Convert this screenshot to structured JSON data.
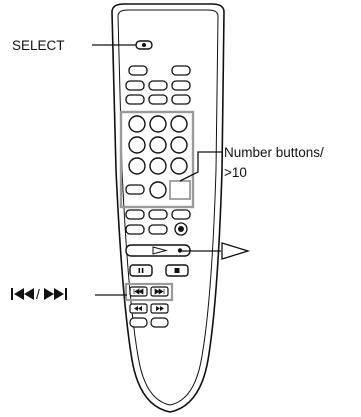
{
  "labels": {
    "select": "SELECT",
    "number_line1": "Number buttons/",
    "number_line2": ">10",
    "play_symbol": "play-triangle-outline",
    "skip_symbol": "previous-next-track-arrows"
  },
  "icons": {
    "select_switch": "select-switch-icon",
    "play": "play-triangle-icon",
    "pause": "pause-icon",
    "stop": "stop-icon",
    "prev": "previous-track-icon",
    "next": "next-track-icon",
    "rewind": "rewind-icon",
    "fast_forward": "fast-forward-icon"
  },
  "colors": {
    "stroke": "#111111",
    "highlight_frame": "#9a9a9a",
    "background": "#ffffff"
  }
}
